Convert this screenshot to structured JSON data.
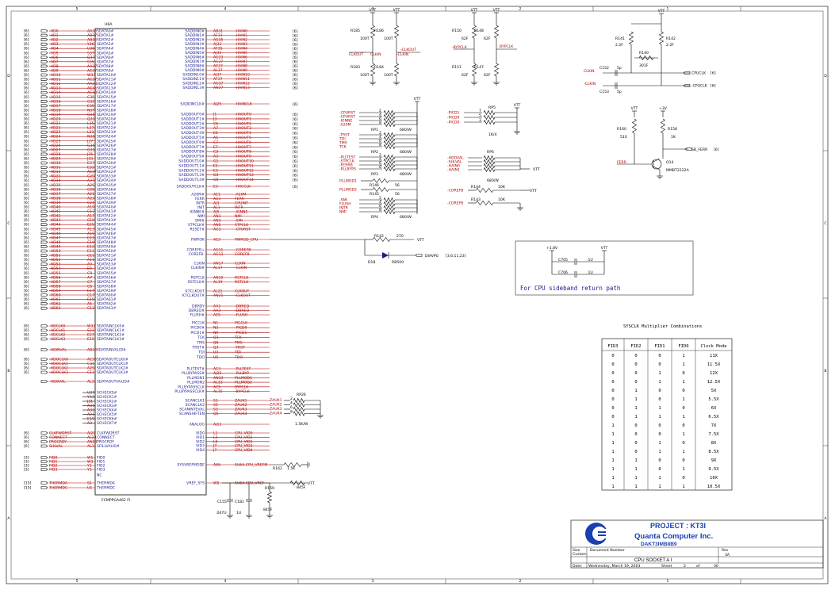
{
  "border": {
    "cols": [
      "5",
      "4",
      "3",
      "2",
      "1"
    ],
    "rows": [
      "D",
      "C",
      "B",
      "A"
    ]
  },
  "cpu": {
    "ref": "U6A",
    "part": "FCMPPGA462 FI",
    "left_pins": [
      [
        "[6]",
        "-HD0",
        "AA35",
        "SDATA0#"
      ],
      [
        "[6]",
        "-HD1",
        "AB37",
        "SDATA1#"
      ],
      [
        "[6]",
        "-HD2",
        "AB35",
        "SDATA2#"
      ],
      [
        "[6]",
        "-HD3",
        "Y36",
        "SDATA3#"
      ],
      [
        "[6]",
        "-HD4",
        "U36",
        "SDATA4#"
      ],
      [
        "[6]",
        "-HD5",
        "S37",
        "SDATA5#"
      ],
      [
        "[6]",
        "-HD6",
        "Q37",
        "SDATA6#"
      ],
      [
        "[6]",
        "-HD7",
        "S35",
        "SDATA7#"
      ],
      [
        "[6]",
        "-HD8",
        "AA37",
        "SDATA8#"
      ],
      [
        "[6]",
        "-HD9",
        "AC37",
        "SDATA9#"
      ],
      [
        "[6]",
        "-HD10",
        "W37",
        "SDATA10#"
      ],
      [
        "[6]",
        "-HD11",
        "AC37",
        "SDATA11#"
      ],
      [
        "[6]",
        "-HD12",
        "AA33",
        "SDATA12#"
      ],
      [
        "[6]",
        "-HD13",
        "AE35",
        "SDATA13#"
      ],
      [
        "[6]",
        "-HD14",
        "AC33",
        "SDATA14#"
      ],
      [
        "[6]",
        "-HD15",
        "C35",
        "SDATA15#"
      ],
      [
        "[6]",
        "-HD16",
        "C33",
        "SDATA16#"
      ],
      [
        "[6]",
        "-HD17",
        "E35",
        "SDATA17#"
      ],
      [
        "[6]",
        "-HD18",
        "N37",
        "SDATA18#"
      ],
      [
        "[6]",
        "-HD19",
        "Q35",
        "SDATA19#"
      ],
      [
        "[6]",
        "-HD20",
        "Q33",
        "SDATA20#"
      ],
      [
        "[6]",
        "-HD21",
        "L35",
        "SDATA21#"
      ],
      [
        "[6]",
        "-HD22",
        "L37",
        "SDATA22#"
      ],
      [
        "[6]",
        "-HD23",
        "L33",
        "SDATA23#"
      ],
      [
        "[6]",
        "-HD24",
        "N35",
        "SDATA24#"
      ],
      [
        "[6]",
        "-HD25",
        "J37",
        "SDATA25#"
      ],
      [
        "[6]",
        "-HD26",
        "G35",
        "SDATA26#"
      ],
      [
        "[6]",
        "-HD27",
        "G33",
        "SDATA27#"
      ],
      [
        "[6]",
        "-HD28",
        "J35",
        "SDATA28#"
      ],
      [
        "[6]",
        "-HD29",
        "J33",
        "SDATA29#"
      ],
      [
        "[6]",
        "-HD30",
        "E37",
        "SDATA30#"
      ],
      [
        "[6]",
        "-HD31",
        "E33",
        "SDATA31#"
      ],
      [
        "[6]",
        "-HD32",
        "AE37",
        "SDATA32#"
      ],
      [
        "[6]",
        "-HD33",
        "C29",
        "SDATA33#"
      ],
      [
        "[6]",
        "-HD34",
        "A27",
        "SDATA34#"
      ],
      [
        "[6]",
        "-HD35",
        "A25",
        "SDATA35#"
      ],
      [
        "[6]",
        "-HD36",
        "C25",
        "SDATA36#"
      ],
      [
        "[6]",
        "-HD37",
        "A21",
        "SDATA37#"
      ],
      [
        "[6]",
        "-HD38",
        "A23",
        "SDATA38#"
      ],
      [
        "[6]",
        "-HD39",
        "C21",
        "SDATA39#"
      ],
      [
        "[6]",
        "-HD40",
        "A19",
        "SDATA40#"
      ],
      [
        "[6]",
        "-HD41",
        "C17",
        "SDATA41#"
      ],
      [
        "[6]",
        "-HD42",
        "A17",
        "SDATA42#"
      ],
      [
        "[6]",
        "-HD43",
        "C15",
        "SDATA43#"
      ],
      [
        "[6]",
        "-HD44",
        "E25",
        "SDATA44#"
      ],
      [
        "[6]",
        "-HD45",
        "A13",
        "SDATA45#"
      ],
      [
        "[6]",
        "-HD46",
        "A15",
        "SDATA46#"
      ],
      [
        "[6]",
        "-HD47",
        "E23",
        "SDATA47#"
      ],
      [
        "[6]",
        "-HD48",
        "C19",
        "SDATA48#"
      ],
      [
        "[6]",
        "-HD49",
        "E13",
        "SDATA49#"
      ],
      [
        "[6]",
        "-HD50",
        "E11",
        "SDATA50#"
      ],
      [
        "[6]",
        "-HD51",
        "C11",
        "SDATA51#"
      ],
      [
        "[6]",
        "-HD52",
        "A11",
        "SDATA52#"
      ],
      [
        "[6]",
        "-HD53",
        "A9",
        "SDATA53#"
      ],
      [
        "[6]",
        "-HD54",
        "E9",
        "SDATA54#"
      ],
      [
        "[6]",
        "-HD55",
        "C9",
        "SDATA55#"
      ],
      [
        "[6]",
        "-HD56",
        "A7",
        "SDATA56#"
      ],
      [
        "[6]",
        "-HD57",
        "C7",
        "SDATA57#"
      ],
      [
        "[6]",
        "-HD58",
        "C5",
        "SDATA58#"
      ],
      [
        "[6]",
        "-HD59",
        "E17",
        "SDATA59#"
      ],
      [
        "[6]",
        "-HD60",
        "C17",
        "SDATA60#"
      ],
      [
        "[6]",
        "-HD61",
        "E15",
        "SDATA61#"
      ],
      [
        "[6]",
        "-HD62",
        "A5",
        "SDATA62#"
      ],
      [
        "[6]",
        "-HD63",
        "C13",
        "SDATA63#"
      ]
    ],
    "left_clk": [
      [
        "[6]",
        "-HDCLK0",
        "W33",
        "SDATAINCLK0#"
      ],
      [
        "[6]",
        "-HDCLK1",
        "S33",
        "SDATAINCLK1#"
      ],
      [
        "[6]",
        "-HDCLK2",
        "E27",
        "SDATAINCLK2#"
      ],
      [
        "[6]",
        "-HDCLK3",
        "E15",
        "SDATAINCLK3#"
      ]
    ],
    "left_inval": [
      "[6]",
      "-HDINVAL",
      "AB33",
      "SDATAINVALID#"
    ],
    "left_oclk": [
      [
        "[6]",
        "-HDOCLK0",
        "AE33",
        "SDATAOUTCLK0#"
      ],
      [
        "[6]",
        "-HDOCLK1",
        "C31",
        "SDATAOUTCLK1#"
      ],
      [
        "[6]",
        "-HDOCLK2",
        "A29",
        "SDATAOUTCLK2#"
      ],
      [
        "[6]",
        "-HDOCLK3",
        "C11",
        "SDATAOUTCLK3#"
      ]
    ],
    "left_oval": [
      "-HDOVAL",
      "AL31",
      "SDATAOUTVALID#"
    ],
    "left_sch": [
      [
        "U37",
        "SCHECK0#"
      ],
      [
        "Y33",
        "SCHECK1#"
      ],
      [
        "J31",
        "SCHECK2#"
      ],
      [
        "A31",
        "SCHECK3#"
      ],
      [
        "A31",
        "SCHECK4#"
      ],
      [
        "A21",
        "SCHECK5#"
      ],
      [
        "E19",
        "SCHECK6#"
      ],
      [
        "A3",
        "SCHECK7#"
      ]
    ],
    "left_conn": [
      [
        "[6]",
        "CLKFWDRST",
        "AJ21",
        "CLKFWDRST"
      ],
      [
        "[6]",
        "CONNECT",
        "AL23",
        "CONNECT"
      ],
      [
        "[6]",
        "PROCRDY",
        "AN23",
        "PROCRDY"
      ],
      [
        "[6]",
        "SHLVAL",
        "AL11",
        "SFILLVALID#"
      ]
    ],
    "left_fid": [
      [
        "[3]",
        "FID0",
        "W1",
        "FID0"
      ],
      [
        "[3]",
        "FID1",
        "W3",
        "FID1"
      ],
      [
        "[3]",
        "FID2",
        "Y1",
        "FID2"
      ],
      [
        "[3]",
        "FID3",
        "Y3",
        "FID3"
      ]
    ],
    "left_nc": "NC",
    "left_therm": [
      [
        "[15]",
        "THERMDA",
        "S1",
        "THERMDA"
      ],
      [
        "[15]",
        "THERMDC",
        "U1",
        "THERMDC"
      ]
    ],
    "right_sadin": [
      [
        "SADDIN0#",
        "AB31",
        "-HAIN0"
      ],
      [
        "SADDIN1#",
        "AF33",
        "-HAIN1"
      ],
      [
        "SADDIN2#",
        "AG35",
        "-HAIN2"
      ],
      [
        "SADDIN3#",
        "AJ33",
        "-HAIN3"
      ],
      [
        "SADDIN4#",
        "AF35",
        "-HAIN4"
      ],
      [
        "SADDIN5#",
        "AJ35",
        "-HAIN5"
      ],
      [
        "SADDIN6#",
        "AG33",
        "-HAIN6"
      ],
      [
        "SADDIN7#",
        "AC37",
        "-HAIN7"
      ],
      [
        "SADDIN8#",
        "AE37",
        "-HAIN8"
      ],
      [
        "SADDIN9#",
        "AL37",
        "-HAIN9"
      ],
      [
        "SADDIN10#",
        "AJ37",
        "-HAIN10"
      ],
      [
        "SADDIN11#",
        "AF37",
        "-HAIN11"
      ],
      [
        "SADDIN12#",
        "AG37",
        "-HAIN12"
      ],
      [
        "SADDIN13#",
        "AN37",
        "-HAIN13"
      ]
    ],
    "right_sadin_clk": [
      "SADDINCLK#",
      "AJ29",
      "-HAINCLK"
    ],
    "right_sadout": [
      [
        "SADDOUT0#",
        "J1",
        "-HAOUT0"
      ],
      [
        "SADDOUT1#",
        "J3",
        "-HAOUT1"
      ],
      [
        "SADDOUT2#",
        "C5",
        "-HAOUT2"
      ],
      [
        "SADDOUT3#",
        "A7",
        "-HAOUT3"
      ],
      [
        "SADDOUT4#",
        "E5",
        "-HAOUT4"
      ],
      [
        "SADDOUT5#",
        "A5",
        "-HAOUT5"
      ],
      [
        "SADDOUT6#",
        "C7",
        "-HAOUT6"
      ],
      [
        "SADDOUT7#",
        "E7",
        "-HAOUT7"
      ],
      [
        "SADDOUT8#",
        "C3",
        "-HAOUT8"
      ],
      [
        "SADDOUT9#",
        "A3",
        "-HAOUT9"
      ],
      [
        "SADDOUT10#",
        "G1",
        "-HAOUT10"
      ],
      [
        "SADDOUT11#",
        "E1",
        "-HAOUT11"
      ],
      [
        "SADDOUT12#",
        "E3",
        "-HAOUT12"
      ],
      [
        "SADDOUT13#",
        "G3",
        "-HAOUT13"
      ],
      [
        "SADDOUT14#",
        "G5",
        "-HAOUT14"
      ]
    ],
    "right_sadout_clk": [
      "SADDOUTCLK#",
      "E3",
      "-HACCLK"
    ],
    "right_misc": [
      [
        "A20M#",
        "AE1",
        "-A20M"
      ],
      [
        "FERR",
        "AG1",
        "FERR"
      ],
      [
        "INTR",
        "AJ3",
        "CPUINT"
      ],
      [
        "INIT",
        "AL1",
        "INTR"
      ],
      [
        "IGNNE#",
        "AJ5",
        "-IGNNE"
      ],
      [
        "NMI",
        "AN1",
        "NMI"
      ],
      [
        "SMI#",
        "AN3",
        "-SMI"
      ],
      [
        "STPCLK#",
        "AN5",
        "STPCLK"
      ],
      [
        "RESET#",
        "AG3",
        "-CPURST"
      ]
    ],
    "right_pwrok": [
      "PWROK",
      "AE3",
      "PWRGD_CPU"
    ],
    "right_corefb": [
      [
        "COREFB+",
        "AG11",
        "-COREFB"
      ],
      [
        "COREFB-",
        "AG13",
        "COREFB"
      ]
    ],
    "right_clkin": [
      [
        "CLKIN",
        "AN17",
        "CLKIN"
      ],
      [
        "CLKIN#",
        "AL17",
        "-CLKIN"
      ]
    ],
    "right_rstclk": [
      [
        "RSTCLK",
        "AN19",
        "RSTCLK"
      ],
      [
        "RSTCLK#",
        "AL19",
        "RSTCLK"
      ]
    ],
    "right_kclk": [
      [
        "K7CLKOUT",
        "AL21",
        "CLKOUT"
      ],
      [
        "K7CLKOUT#",
        "AN21",
        "-CLKOUT"
      ]
    ],
    "right_dbg": [
      [
        "DBRDY",
        "AA1",
        "-DBREQ"
      ],
      [
        "DBREQ#",
        "AA3",
        "-DBREQ"
      ],
      [
        "FLUSH#",
        "AE5",
        "-FLUSH"
      ]
    ],
    "right_jtag": [
      [
        "PICCLK",
        "N1",
        "PICCLK"
      ],
      [
        "PICD0#",
        "N3",
        "-PICD0"
      ],
      [
        "PICD1#",
        "N5",
        "-PICD1"
      ],
      [
        "TCK",
        "Q1",
        "TCK"
      ],
      [
        "TMS",
        "Q5",
        "TMS"
      ],
      [
        "TRST#",
        "Q3",
        "-TRST"
      ],
      [
        "TDI",
        "U3",
        "TDI"
      ],
      [
        "TDO",
        "U5",
        "TDO"
      ]
    ],
    "right_pll": [
      [
        "PLLTEST#",
        "AC3",
        "-PLLTEST"
      ],
      [
        "PLLBYPASS#",
        "AJ25",
        "-PLLBYP"
      ],
      [
        "PLLMON1",
        "AN13",
        "PLLMOD1"
      ],
      [
        "PLLMON2",
        "AL13",
        "PLLMOD2"
      ],
      [
        "PLLBYPASSCLK",
        "AC5",
        "BYPCLK"
      ],
      [
        "PLLBYPASSCLK#",
        "AL15",
        "-BYPCLK"
      ]
    ],
    "right_scan": [
      [
        "SCANCLK1",
        "S1",
        "ZAUK1"
      ],
      [
        "SCANCLK2",
        "S5",
        "ZAUK2"
      ],
      [
        "SCANINTEVAL",
        "S3",
        "ZAUK3"
      ],
      [
        "SCANSHIFTEN",
        "Q5",
        "ZAUK4"
      ]
    ],
    "right_analog": [
      "ANALOG",
      "AJ13",
      ""
    ],
    "right_vid": [
      [
        "VID0",
        "L1",
        "CPU_VID0"
      ],
      [
        "VID1",
        "L3",
        "CPU_VID1"
      ],
      [
        "VID2",
        "L5",
        "CPU_VID2"
      ],
      [
        "VID3",
        "J7",
        "CPU_VID3"
      ],
      [
        "VID4",
        "J7",
        "CPU_VID4"
      ]
    ],
    "right_sysvref": [
      "SYSVREFMODE",
      "AK6",
      "SU6A-CPU_VREFM"
    ],
    "right_vref": [
      "VREF_SYS",
      "W5",
      "SU6A-CPU_VREF"
    ]
  },
  "resistors": {
    "vtt": "VTT",
    "clkout": "-CLKOUT",
    "clkout_l": "CLKOUT",
    "clkin": "CLKIN",
    "clkin_n": "-CLKIN",
    "r_top": [
      [
        "R185",
        "100T"
      ],
      [
        "R186",
        "100T"
      ],
      [
        "R150",
        "62F"
      ],
      [
        "R148",
        "62F"
      ]
    ],
    "r_bot": [
      [
        "R183",
        "100T"
      ],
      [
        "R184",
        "100T"
      ],
      [
        "R151",
        "62F"
      ],
      [
        "R147",
        "62F"
      ]
    ],
    "bypclk": "-BYPCLK",
    "bypclk_r": "BYPCLK",
    "clk_r": [
      [
        "R141",
        "2.2F"
      ],
      [
        "R140",
        "301F"
      ],
      [
        "R142",
        "2.2F"
      ]
    ],
    "cpuclk": "CPUCLK",
    "cpuclk_n": "-CPUCLK",
    "clk_ref": "[6]",
    "caps": [
      [
        "C152",
        "5p"
      ],
      [
        "C153",
        "5p"
      ]
    ]
  },
  "rpacks": {
    "rp1": {
      "ref": "RP1",
      "val": "680/W",
      "pins": [
        [
          "-CPURST",
          "2"
        ],
        [
          "-CPURST",
          "4"
        ],
        [
          "-IGNNE",
          "6"
        ],
        [
          "-A20M",
          "8"
        ]
      ]
    },
    "rp2": {
      "ref": "RP2",
      "val": "680/W",
      "pins": [
        [
          "-TRST",
          "2"
        ],
        [
          "TDI",
          "4"
        ],
        [
          "TMS",
          "6"
        ],
        [
          "TCK",
          "8"
        ]
      ]
    },
    "rp3": {
      "ref": "RP3",
      "val": "680/W",
      "pins": [
        [
          "-PLLTEST",
          "2"
        ],
        [
          "-STPCLK",
          "4"
        ],
        [
          "-FERRB",
          "6"
        ],
        [
          "-PLLBYPS",
          "8"
        ]
      ]
    },
    "pllmod": [
      [
        "PLLMOD1",
        "R146",
        "56"
      ],
      [
        "PLLMOD2",
        "R145",
        "56"
      ]
    ],
    "rp4": {
      "ref": "RP4",
      "val": "680/W",
      "pins": [
        [
          "-SMI",
          "2"
        ],
        [
          "FLUSH",
          "4"
        ],
        [
          "INTR",
          "6"
        ],
        [
          "NMI",
          "8"
        ]
      ]
    },
    "rp5": {
      "ref": "RP5",
      "val": "1K/4",
      "pins": [
        [
          "-PICD1",
          "7"
        ],
        [
          "-PICD0",
          "5"
        ],
        [
          "-PICD0",
          "3"
        ]
      ]
    },
    "rp6": {
      "ref": "RP6",
      "val": "680/W",
      "pins": [
        [
          "-HDOVAL",
          "2"
        ],
        [
          "-SHLVAL",
          "4"
        ],
        [
          "-HAIN0",
          "6"
        ],
        [
          "-HAIN1",
          "8"
        ]
      ]
    },
    "corefb": [
      [
        "-COREFB",
        "R144",
        "10K"
      ],
      [
        "-COREFB",
        "R143",
        "10K"
      ]
    ],
    "vtt": "VTT"
  },
  "ferr": {
    "r1": [
      "R160",
      "510"
    ],
    "r2": [
      "R158",
      "1K"
    ],
    "plus": "+3V",
    "vtt": "VTT",
    "out": "SB_FERR",
    "out_ref": "[6]",
    "in": "FERR",
    "q": [
      "Q14",
      "MMBT2222A"
    ]
  },
  "pwrgd": {
    "r": [
      "R142",
      "270"
    ],
    "d": [
      "D18",
      "RB500"
    ],
    "net": "DIAVPG",
    "ref": "[3,6,11,23]",
    "vtt": "VTT"
  },
  "scan_rp": {
    "ref": "RP26",
    "val": "1.5K/W"
  },
  "vref": {
    "r1": [
      "R162",
      "1.5K"
    ],
    "c1": [
      "C155",
      ".047U"
    ],
    "c2": [
      "C181",
      "1U"
    ],
    "r2": [
      "R160",
      "845F"
    ],
    "r3": [
      "R159",
      "845F"
    ],
    "vtt": "VTT"
  },
  "sideband": {
    "p18": "+1.8V",
    "vtt": "VTT",
    "caps": [
      [
        "C705",
        ".1U"
      ],
      [
        "C706",
        ".1U"
      ]
    ],
    "note": "For  CPU sideband return path"
  },
  "mult": {
    "title": "SYSCLK Multiplier Combinations",
    "headers": [
      "FID3",
      "FID2",
      "FID1",
      "FID0",
      "Clock Mode"
    ],
    "rows": [
      [
        "0",
        "0",
        "0",
        "1",
        "11X"
      ],
      [
        "0",
        "0",
        "0",
        "1",
        "11.5X"
      ],
      [
        "0",
        "0",
        "1",
        "0",
        "12X"
      ],
      [
        "0",
        "0",
        "1",
        "1",
        "12.5X"
      ],
      [
        "0",
        "1",
        "0",
        "0",
        "5X"
      ],
      [
        "0",
        "1",
        "0",
        "1",
        "5.5X"
      ],
      [
        "0",
        "1",
        "1",
        "0",
        "6X"
      ],
      [
        "0",
        "1",
        "1",
        "1",
        "6.5X"
      ],
      [
        "1",
        "0",
        "0",
        "0",
        "7X"
      ],
      [
        "1",
        "0",
        "0",
        "1",
        "7.5X"
      ],
      [
        "1",
        "0",
        "1",
        "0",
        "8X"
      ],
      [
        "1",
        "0",
        "1",
        "1",
        "8.5X"
      ],
      [
        "1",
        "1",
        "0",
        "0",
        "9X"
      ],
      [
        "1",
        "1",
        "0",
        "1",
        "9.5X"
      ],
      [
        "1",
        "1",
        "1",
        "0",
        "10X"
      ],
      [
        "1",
        "1",
        "1",
        "1",
        "10.5X"
      ]
    ]
  },
  "title": {
    "project": "PROJECT : KT3I",
    "company": "Quanta Computer Inc.",
    "docno": "DAKT3IMB8B9",
    "size_l": "Size",
    "size_v": "Custom",
    "docnum_l": "Document Number",
    "rev_l": "Rev",
    "rev_v": "3A",
    "sheet_title": "CPU SOCKET A I",
    "date_l": "Date:",
    "date_v": "Wednesday, March 19, 2003",
    "sheet_l": "Sheet",
    "sheet_n": "2",
    "of_l": "of",
    "sheet_t": "30"
  }
}
